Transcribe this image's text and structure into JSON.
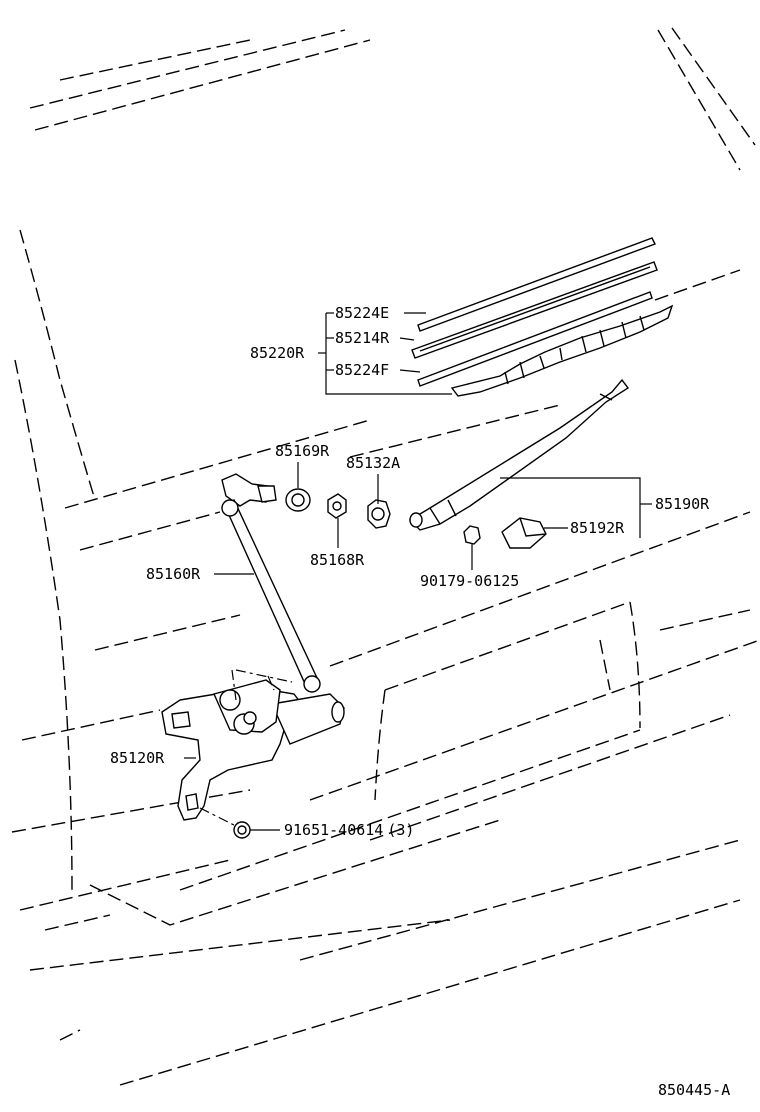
{
  "diagram_id": "850445-A",
  "parts": {
    "blade_rubber_upper": "85224E",
    "blade_backing": "85214R",
    "blade_rubber_lower": "85224F",
    "blade_assy": "85220R",
    "pivot_seal": "85169R",
    "pivot_cap_nut": "85132A",
    "arm_assy": "85190R",
    "arm_cap": "85192R",
    "pivot_nut": "85168R",
    "arm_nut": "90179-06125",
    "link_rod": "85160R",
    "motor_assy": "85120R",
    "mount_bolt": "91651-40614",
    "mount_bolt_qty": "(3)"
  }
}
